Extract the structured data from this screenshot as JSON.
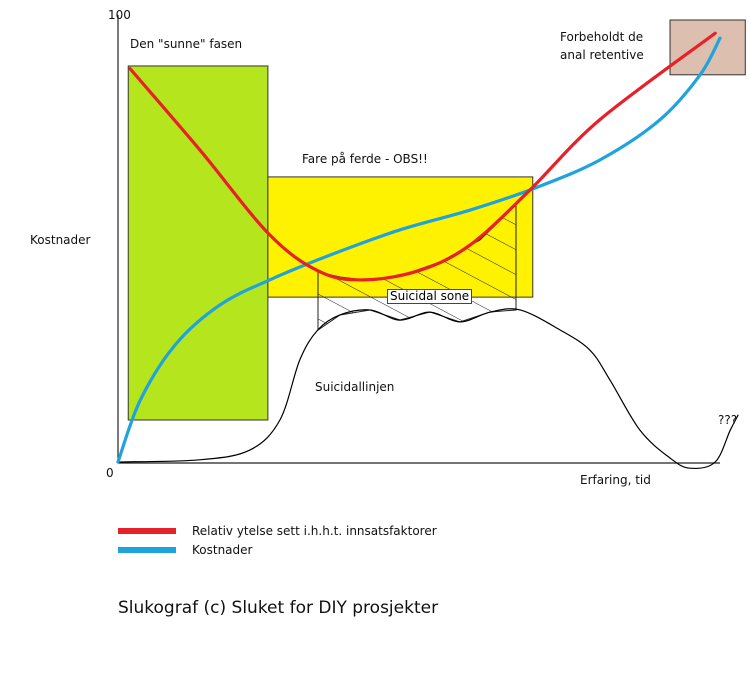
{
  "chart_data": {
    "type": "line",
    "title": "Slukograf (c) Sluket  for DIY prosjekter",
    "xlabel": "Erfaring, tid",
    "ylabel": "Kostnader",
    "xlim": [
      0,
      100
    ],
    "ylim": [
      0,
      100
    ],
    "y_tick_labels": [
      "0",
      "100"
    ],
    "grid": false,
    "legend_placement": "bottom-left",
    "series": [
      {
        "name": "Relativ ytelse sett i.h.h.t. innsatsfaktorer",
        "color": "#e8202a",
        "points": [
          [
            2,
            89
          ],
          [
            13.6,
            70.6
          ],
          [
            25.2,
            51.4
          ],
          [
            33.6,
            43
          ],
          [
            41,
            41.2
          ],
          [
            50.2,
            43.4
          ],
          [
            58.5,
            49.1
          ],
          [
            68.4,
            61.5
          ],
          [
            80,
            77.4
          ],
          [
            99.2,
            97
          ]
        ]
      },
      {
        "name": "Kostnader",
        "color": "#1fa3dc",
        "points": [
          [
            0,
            0
          ],
          [
            3.7,
            14
          ],
          [
            9.5,
            26.5
          ],
          [
            16.9,
            35.5
          ],
          [
            25.2,
            41.2
          ],
          [
            35.2,
            46.8
          ],
          [
            46.8,
            52.5
          ],
          [
            58.5,
            57
          ],
          [
            69.3,
            62
          ],
          [
            80,
            68.3
          ],
          [
            90,
            77.4
          ],
          [
            96.7,
            87.6
          ],
          [
            100,
            95.9
          ]
        ]
      },
      {
        "name": "Suicidallinjen",
        "color": "#000000",
        "points": [
          [
            0,
            0
          ],
          [
            13.6,
            0.5
          ],
          [
            21.9,
            2.7
          ],
          [
            26.9,
            9.5
          ],
          [
            30.2,
            23.1
          ],
          [
            33.2,
            29.9
          ],
          [
            36.9,
            33.3
          ],
          [
            41.9,
            34.4
          ],
          [
            46.8,
            32.1
          ],
          [
            51.8,
            33.9
          ],
          [
            56.8,
            31.7
          ],
          [
            61.8,
            33.9
          ],
          [
            66.8,
            34.4
          ],
          [
            73.4,
            29.9
          ],
          [
            78.4,
            25.3
          ],
          [
            81.7,
            18.6
          ],
          [
            86.7,
            7.2
          ],
          [
            91.7,
            0.9
          ],
          [
            95,
            -1.4
          ],
          [
            99.2,
            0
          ],
          [
            101.7,
            7.2
          ],
          [
            103,
            10.6
          ]
        ]
      }
    ],
    "regions": [
      {
        "name": "Den \"sunne\" fasen",
        "color": "#b5e61d",
        "x": [
          1.7,
          24.9
        ],
        "y": [
          9.5,
          89.6
        ]
      },
      {
        "name": "Fare på ferde - OBS!!",
        "color": "#fff200",
        "x": [
          24.9,
          68.9
        ],
        "y": [
          37.3,
          64.5
        ]
      },
      {
        "name": "Forbeholdt de anal retentive",
        "color": "#dcbfae",
        "x": [
          91.7,
          104.2
        ],
        "y": [
          87.6,
          100
        ]
      }
    ],
    "annotations": {
      "healthy_phase": "Den \"sunne\" fasen",
      "danger": "Fare på ferde - OBS!!",
      "reserved_line1": "Forbeholdt de",
      "reserved_line2": "anal retentive",
      "suicidal_zone": "Suicidal  sone",
      "suicidal_line": "Suicidallinjen",
      "question": "???"
    }
  }
}
